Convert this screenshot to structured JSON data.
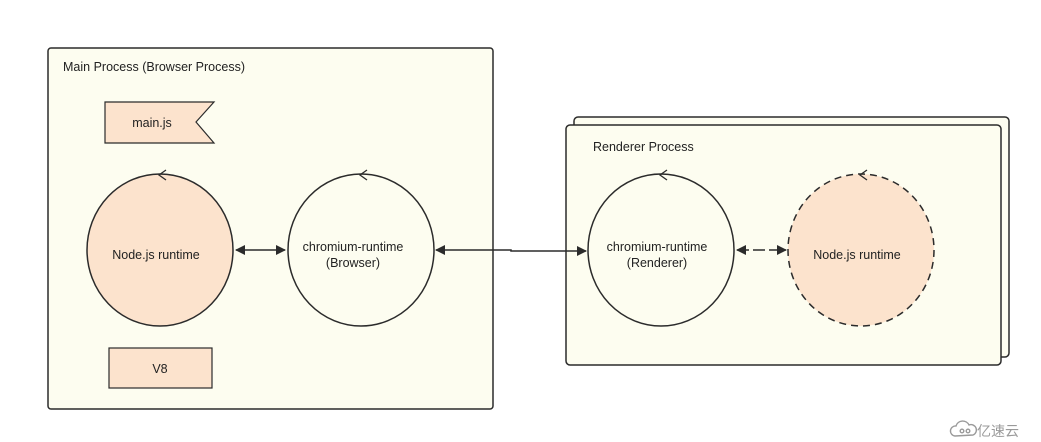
{
  "colors": {
    "container_fill": "#fdfdf0",
    "node_fill": "#fce3cd",
    "stroke": "#2b2b2b",
    "watermark": "#9a9a9a"
  },
  "main_process": {
    "title": "Main Process (Browser Process)",
    "file_label": "main.js",
    "node_runtime": "Node.js runtime",
    "chromium_line1": "chromium-runtime",
    "chromium_line2": "(Browser)",
    "v8_label": "V8"
  },
  "renderer_process": {
    "title": "Renderer Process",
    "chromium_line1": "chromium-runtime",
    "chromium_line2": "(Renderer)",
    "node_runtime": "Node.js runtime"
  },
  "watermark": {
    "text": "亿速云",
    "icon": "cloud-logo-icon"
  }
}
